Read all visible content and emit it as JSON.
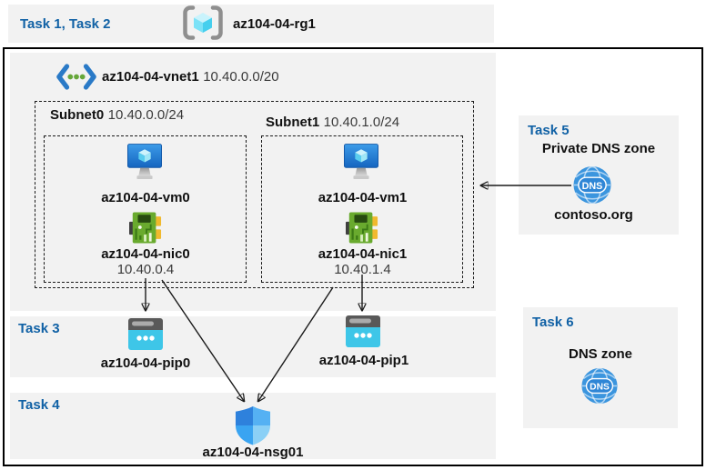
{
  "title_band": {
    "task_label": "Task 1, Task 2",
    "resource_group": "az104-04-rg1"
  },
  "vnet": {
    "name": "az104-04-vnet1",
    "cidr": "10.40.0.0/20",
    "subnets": [
      {
        "label": "Subnet0",
        "cidr": "10.40.0.0/24",
        "vm_name": "az104-04-vm0",
        "nic_name": "az104-04-nic0",
        "nic_ip": "10.40.0.4"
      },
      {
        "label": "Subnet1",
        "cidr": "10.40.1.0/24",
        "vm_name": "az104-04-vm1",
        "nic_name": "az104-04-nic1",
        "nic_ip": "10.40.1.4"
      }
    ]
  },
  "task3": {
    "label": "Task 3",
    "pip0_name": "az104-04-pip0",
    "pip1_name": "az104-04-pip1"
  },
  "task4": {
    "label": "Task 4",
    "nsg_name": "az104-04-nsg01"
  },
  "task5": {
    "label": "Task 5",
    "title": "Private DNS zone",
    "zone_name": "contoso.org",
    "dns_icon_text": "DNS"
  },
  "task6": {
    "label": "Task 6",
    "title": "DNS zone",
    "dns_icon_text": "DNS"
  },
  "colors": {
    "task_label_blue": "#1061a5",
    "panel_gray": "#f2f2f2",
    "border_black": "#000000",
    "vm_blue": "#2e86d8",
    "nic_green": "#69aa2e",
    "pip_cyan": "#3ec6e8",
    "nsg_blue": "#3aa4f1",
    "dns_blue": "#3b95de"
  }
}
